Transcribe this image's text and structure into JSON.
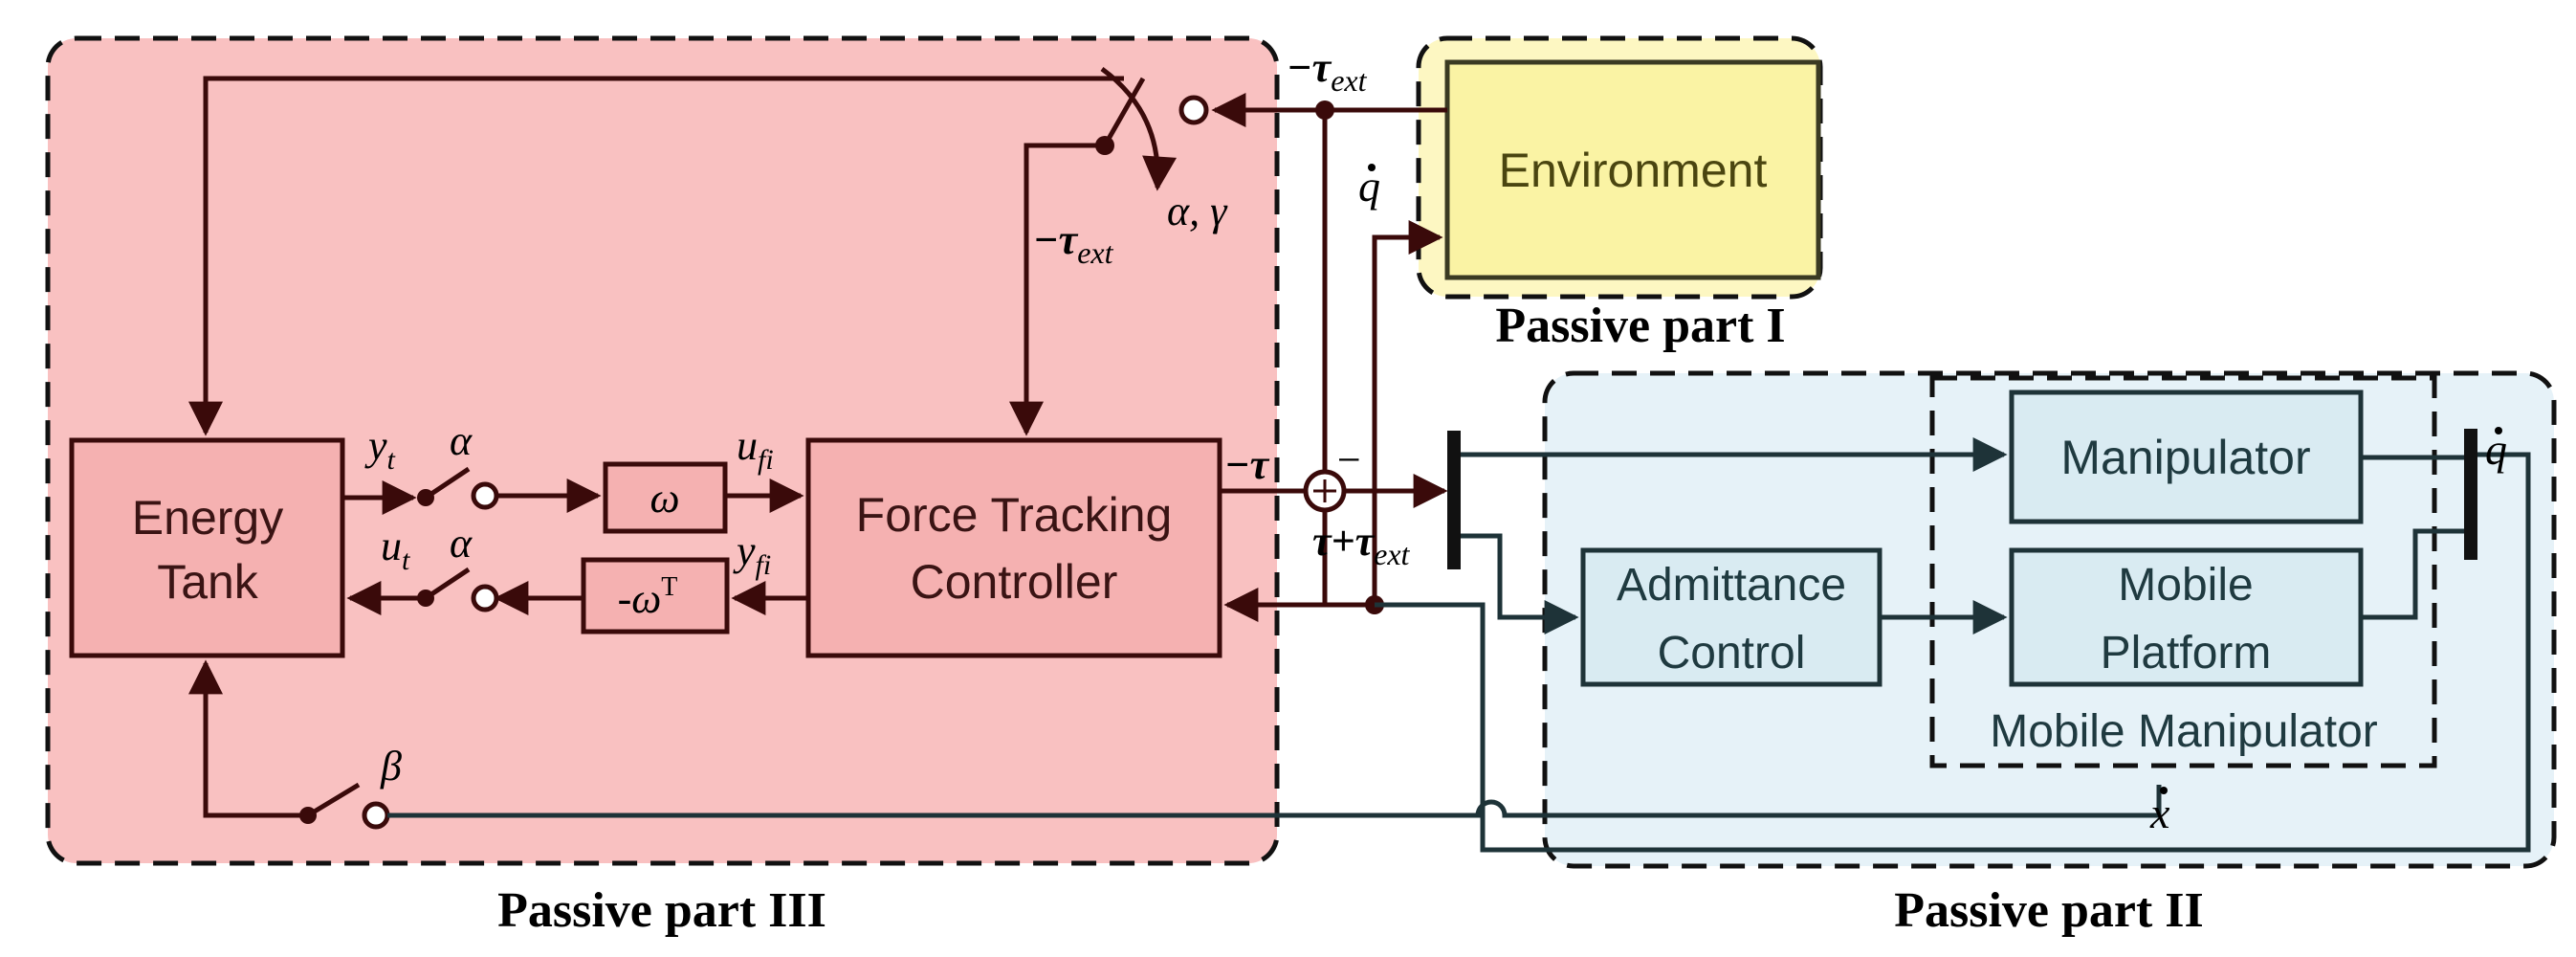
{
  "regions": {
    "part1": "Passive part I",
    "part2": "Passive part II",
    "part3": "Passive part III"
  },
  "blocks": {
    "environment": "Environment",
    "energy_tank": [
      "Energy",
      "Tank"
    ],
    "force_tracking": [
      "Force Tracking",
      "Controller"
    ],
    "omega": "ω",
    "neg_omega_t": "-ω",
    "neg_omega_t_sup": "T",
    "manipulator": "Manipulator",
    "mobile_platform": [
      "Mobile",
      "Platform"
    ],
    "admittance": [
      "Admittance",
      "Control"
    ],
    "mobile_manipulator": "Mobile Manipulator"
  },
  "signals": {
    "neg_tau_ext_top": "−τ",
    "neg_tau_ext_mid": "−τ",
    "ext": "ext",
    "q_dot_top": "q",
    "q_dot_right": "q",
    "alpha_gamma": "α, γ",
    "y_t": "y",
    "y_t_sub": "t",
    "u_t": "u",
    "u_t_sub": "t",
    "alpha_upper": "α",
    "alpha_lower": "α",
    "u_fi": "u",
    "y_fi": "y",
    "fi": "fi",
    "neg_tau": "−τ",
    "minus_sign": "−",
    "tau_plus": "τ+τ",
    "beta": "β",
    "x_dot": "x"
  },
  "colors": {
    "part3_fill": "#f9c1c1",
    "part2_fill": "#e6f2f8",
    "part1_fill": "#fdf7c2",
    "env_fill": "#faf3a4",
    "red_block": "#f5b1b1",
    "blue_block": "#d9ebf2"
  }
}
